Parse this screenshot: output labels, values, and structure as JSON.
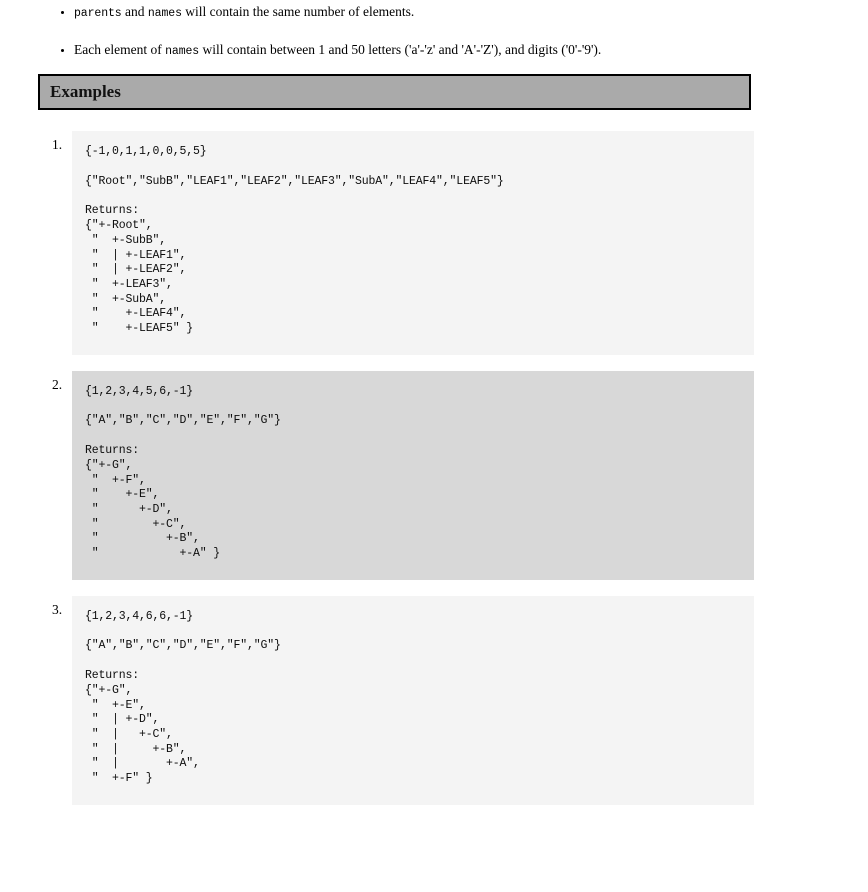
{
  "constraints": {
    "items": [
      [
        {
          "t": "code",
          "v": "parents"
        },
        {
          "t": "text",
          "v": " and "
        },
        {
          "t": "code",
          "v": "names"
        },
        {
          "t": "text",
          "v": " will contain the same number of elements."
        }
      ],
      [
        {
          "t": "text",
          "v": "Each element of "
        },
        {
          "t": "code",
          "v": "names"
        },
        {
          "t": "text",
          "v": " will contain between 1 and 50 letters ('a'-'z' and 'A'-'Z'), and digits ('0'-'9')."
        }
      ]
    ]
  },
  "section": {
    "title": "Examples"
  },
  "examples": [
    {
      "number": "1.",
      "shade": "light",
      "parents": "{-1,0,1,1,0,0,5,5}",
      "names": "{\"Root\",\"SubB\",\"LEAF1\",\"LEAF2\",\"LEAF3\",\"SubA\",\"LEAF4\",\"LEAF5\"}",
      "returns_label": "Returns:",
      "returns_lines": [
        "{\"+-Root\",",
        " \"  +-SubB\",",
        " \"  | +-LEAF1\",",
        " \"  | +-LEAF2\",",
        " \"  +-LEAF3\",",
        " \"  +-SubA\",",
        " \"    +-LEAF4\",",
        " \"    +-LEAF5\" }"
      ]
    },
    {
      "number": "2.",
      "shade": "dark",
      "parents": "{1,2,3,4,5,6,-1}",
      "names": "{\"A\",\"B\",\"C\",\"D\",\"E\",\"F\",\"G\"}",
      "returns_label": "Returns:",
      "returns_lines": [
        "{\"+-G\",",
        " \"  +-F\",",
        " \"    +-E\",",
        " \"      +-D\",",
        " \"        +-C\",",
        " \"          +-B\",",
        " \"            +-A\" }"
      ]
    },
    {
      "number": "3.",
      "shade": "light",
      "parents": "{1,2,3,4,6,6,-1}",
      "names": "{\"A\",\"B\",\"C\",\"D\",\"E\",\"F\",\"G\"}",
      "returns_label": "Returns:",
      "returns_lines": [
        "{\"+-G\",",
        " \"  +-E\",",
        " \"  | +-D\",",
        " \"  |   +-C\",",
        " \"  |     +-B\",",
        " \"  |       +-A\",",
        " \"  +-F\" }"
      ]
    }
  ]
}
